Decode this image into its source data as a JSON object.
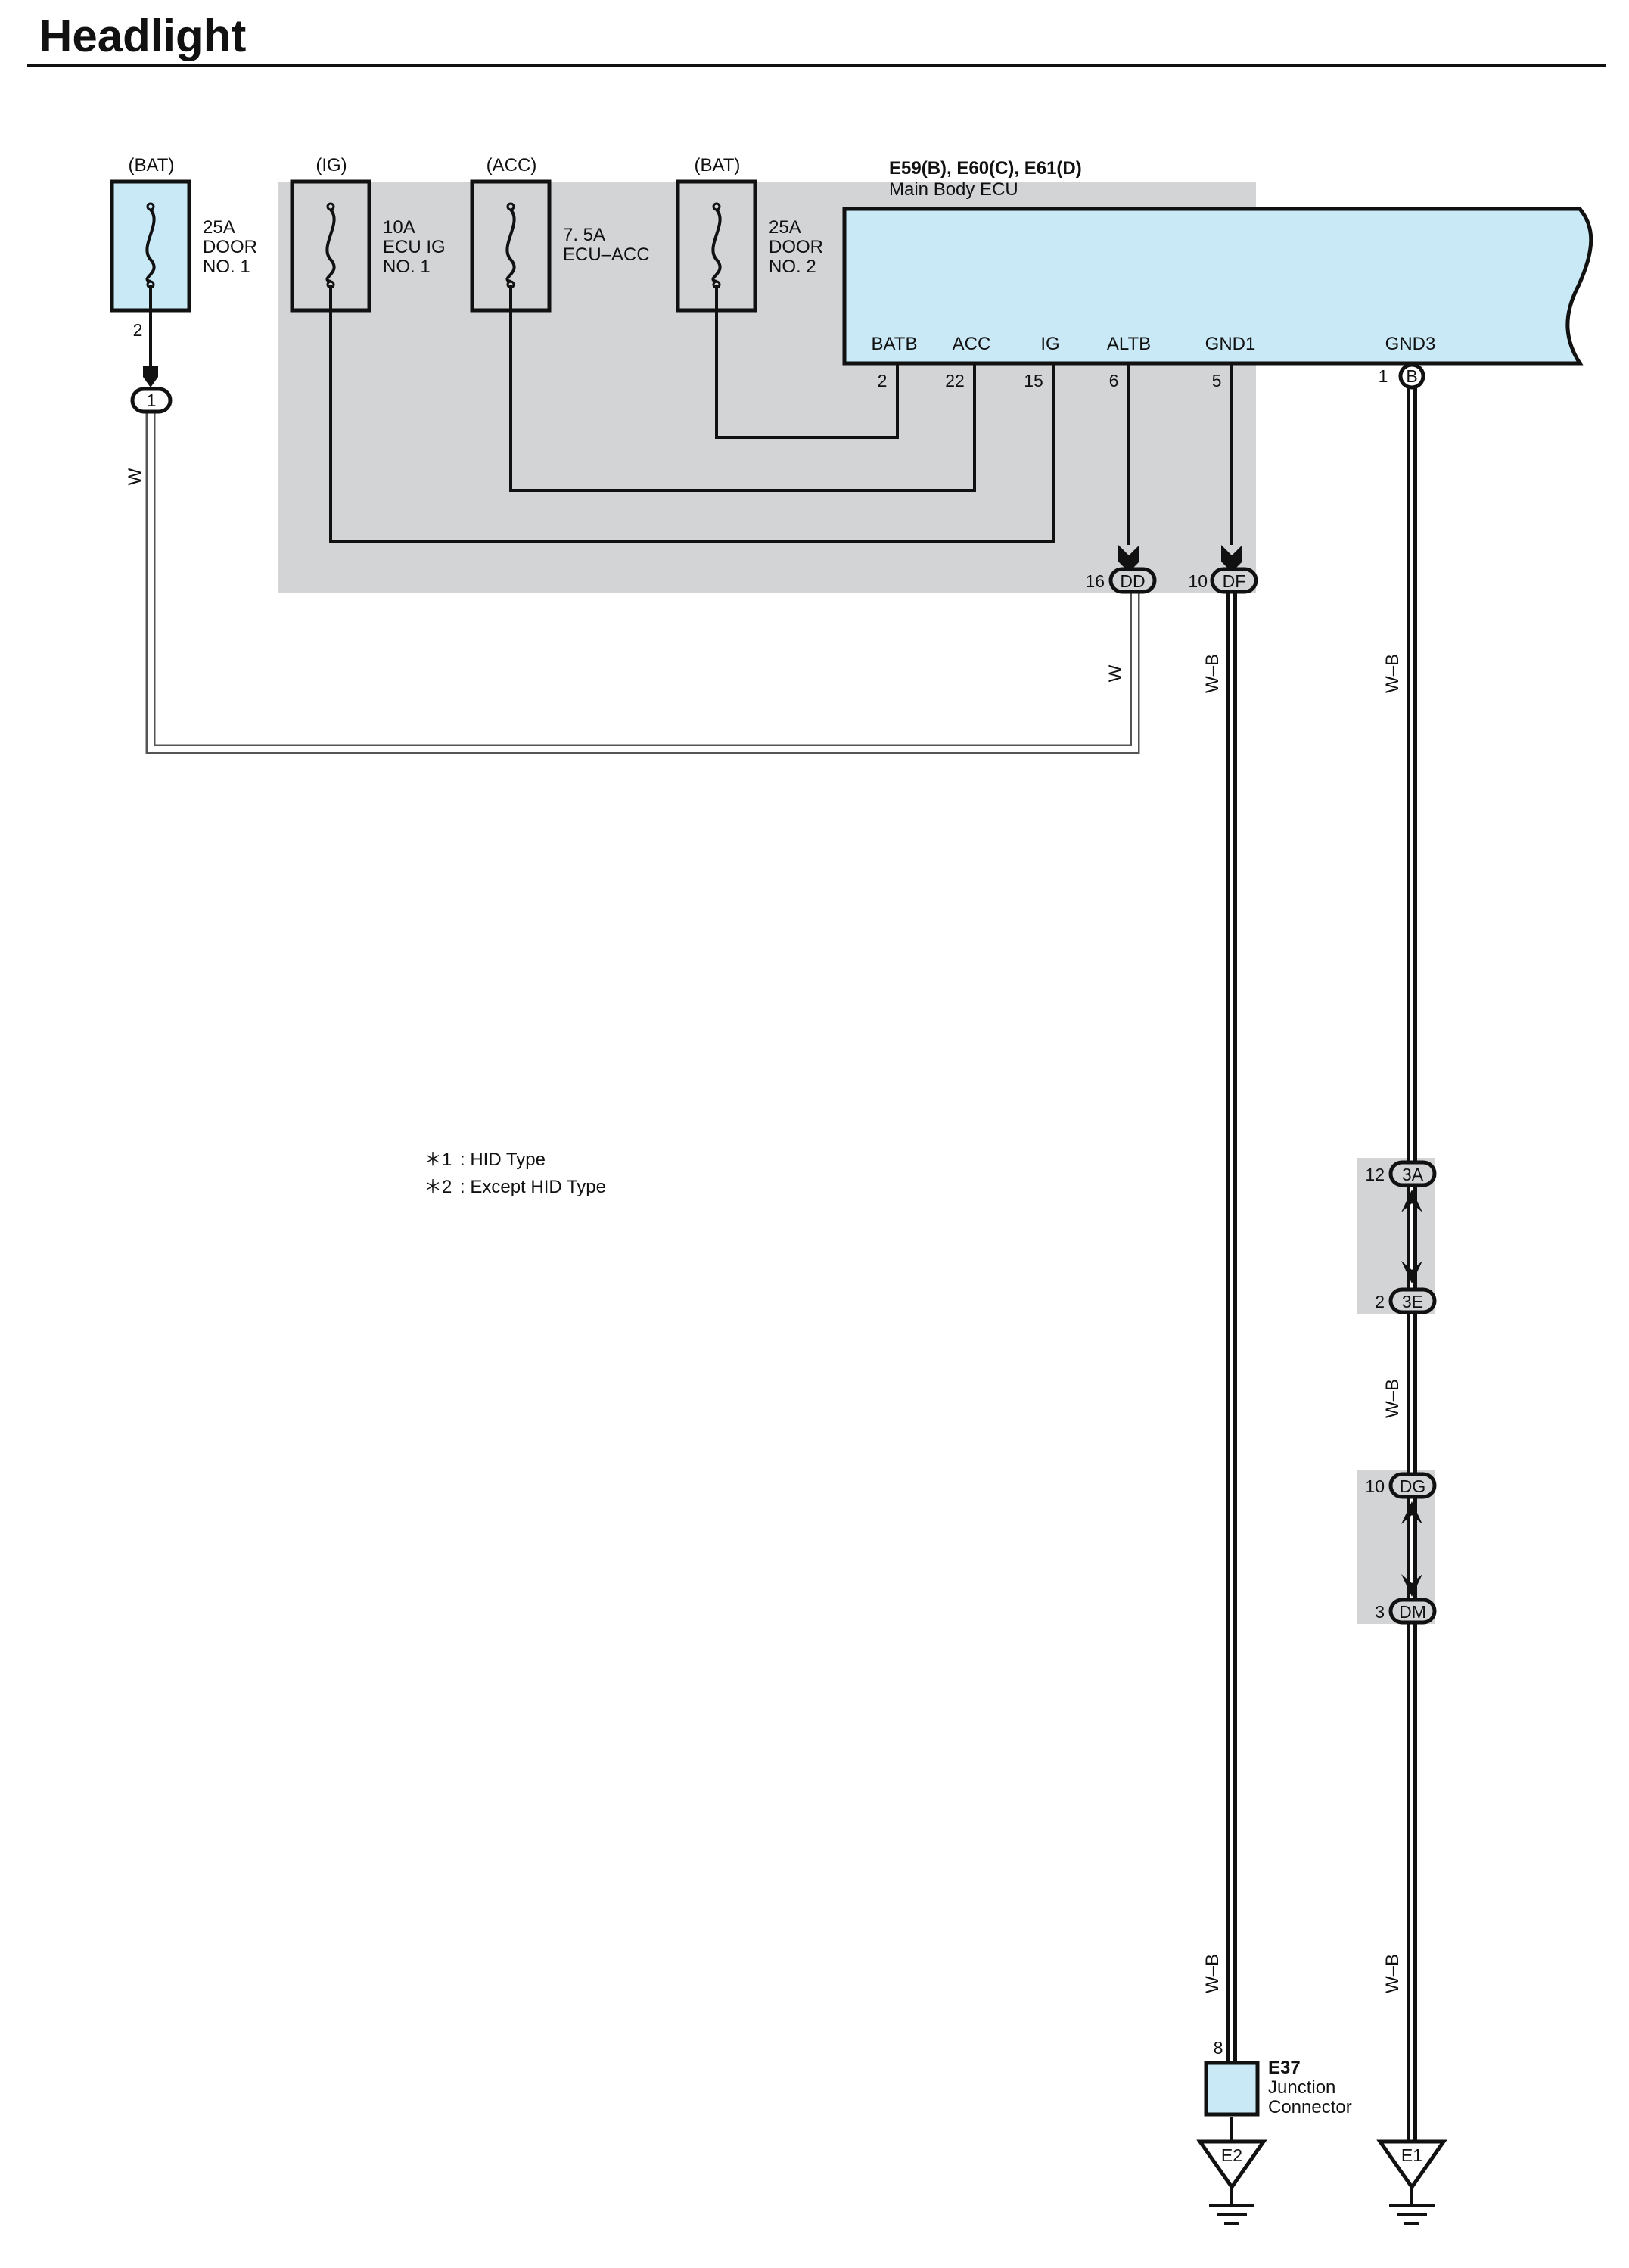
{
  "page": {
    "title": "Headlight"
  },
  "colors": {
    "component_fill": "#c9e9f7",
    "shade": "#d3d4d6",
    "ink": "#111111",
    "wire_outline": "#555555"
  },
  "fuses": [
    {
      "source": "(BAT)",
      "rating": "25A",
      "name_line1": "DOOR",
      "name_line2": "NO. 1",
      "pin": "2"
    },
    {
      "source": "(IG)",
      "rating": "10A",
      "name_line1": "ECU IG",
      "name_line2": "NO. 1"
    },
    {
      "source": "(ACC)",
      "rating": "7. 5A",
      "name_line1": "ECU–ACC",
      "name_line2": ""
    },
    {
      "source": "(BAT)",
      "rating": "25A",
      "name_line1": "DOOR",
      "name_line2": "NO. 2"
    }
  ],
  "ecu": {
    "connectors": "E59(B), E60(C), E61(D)",
    "name": "Main Body ECU",
    "terminals": [
      {
        "label": "BATB",
        "pin": "2"
      },
      {
        "label": "ACC",
        "pin": "22"
      },
      {
        "label": "IG",
        "pin": "15"
      },
      {
        "label": "ALTB",
        "pin": "6"
      },
      {
        "label": "GND1",
        "pin": "5"
      },
      {
        "label": "GND3",
        "pin": "1",
        "connector": "B"
      }
    ]
  },
  "inline_connectors": [
    {
      "code": "1",
      "pin": ""
    },
    {
      "code": "DD",
      "pin": "16"
    },
    {
      "code": "DF",
      "pin": "10"
    },
    {
      "code": "3A",
      "pin": "12"
    },
    {
      "code": "3E",
      "pin": "2"
    },
    {
      "code": "DG",
      "pin": "10"
    },
    {
      "code": "DM",
      "pin": "3"
    }
  ],
  "wire_colors": {
    "w_left": "W",
    "w_dd": "W",
    "wb_df_upper": "W–B",
    "wb_gnd3_upper": "W–B",
    "wb_gnd3_mid": "W–B",
    "wb_df_lower": "W–B",
    "wb_gnd3_lower": "W–B"
  },
  "junction": {
    "code": "E37",
    "name_line1": "Junction",
    "name_line2": "Connector",
    "pin": "8"
  },
  "grounds": [
    {
      "code": "E2"
    },
    {
      "code": "E1"
    }
  ],
  "notes": [
    {
      "marker": "＊1",
      "text": ": HID Type"
    },
    {
      "marker": "＊2",
      "text": ": Except HID Type"
    }
  ]
}
